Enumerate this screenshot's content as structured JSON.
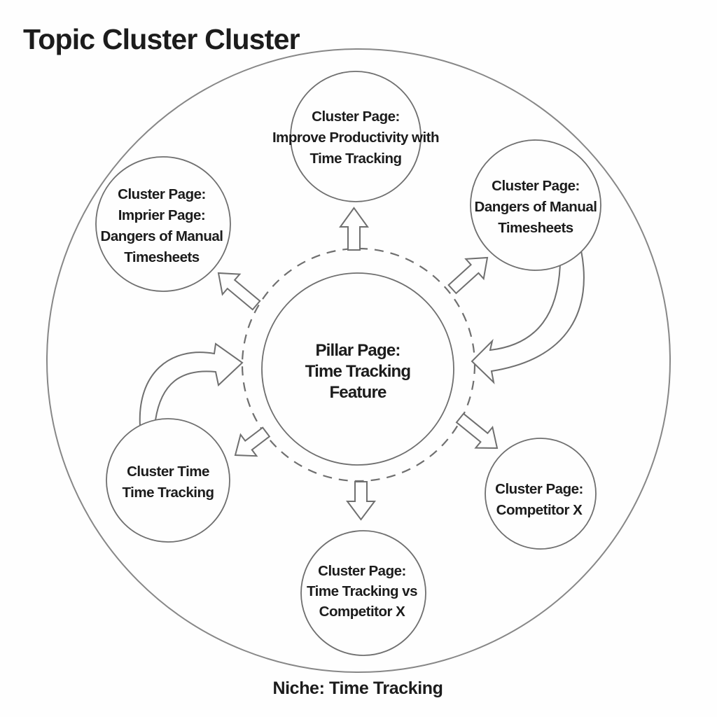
{
  "title": "Topic Cluster Cluster",
  "niche_label": "Niche: Time Tracking",
  "pillar": {
    "lines": [
      "Pillar Page:",
      "Time Tracking",
      "Feature"
    ]
  },
  "clusters": {
    "top": {
      "lines": [
        "Cluster Page:",
        "Improve Productivity with",
        "Time Tracking"
      ]
    },
    "top_right": {
      "lines": [
        "Cluster Page:",
        "Dangers of Manual",
        "Timesheets"
      ]
    },
    "top_left": {
      "lines": [
        "Cluster Page:",
        "Imprier Page:",
        "Dangers of Manual",
        "Timesheets"
      ]
    },
    "bottom_left": {
      "lines": [
        "Cluster Time",
        "Time Tracking"
      ]
    },
    "bottom_right": {
      "lines": [
        "Cluster Page:",
        "Competitor X"
      ]
    },
    "bottom": {
      "lines": [
        "Cluster Page:",
        "Time Tracking vs",
        "Competitor X"
      ]
    }
  },
  "colors": {
    "line_color": "#6f6f6f",
    "outer_circle_color": "#878787",
    "text_color": "#1c1c1c",
    "background": "#fefefe"
  }
}
